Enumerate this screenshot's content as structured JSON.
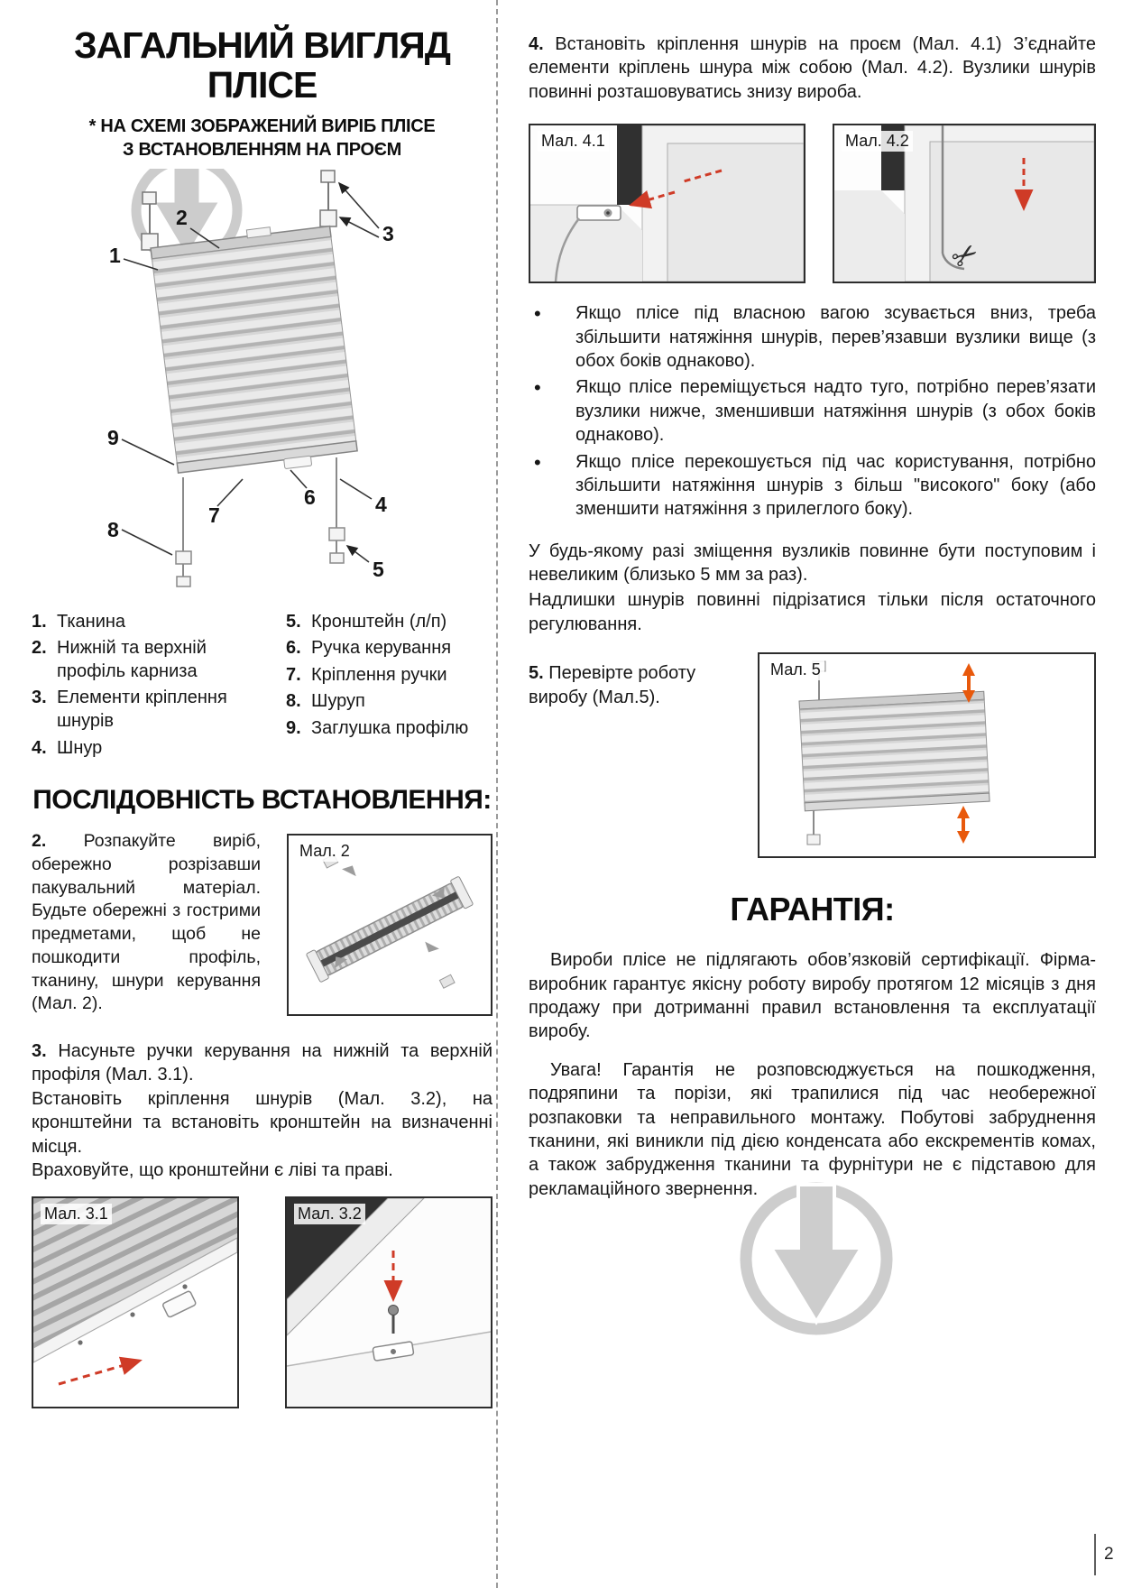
{
  "page": {
    "number": "2"
  },
  "overview": {
    "title_line1": "ЗАГАЛЬНИЙ ВИГЛЯД",
    "title_line2": "ПЛІСЕ",
    "subtitle_line1": "* НА СХЕМІ ЗОБРАЖЕНИЙ ВИРІБ ПЛІСЕ",
    "subtitle_line2": "З ВСТАНОВЛЕННЯМ НА ПРОЄМ",
    "callouts": [
      "1",
      "2",
      "3",
      "4",
      "5",
      "6",
      "7",
      "8",
      "9"
    ],
    "legend_left": [
      {
        "num": "1.",
        "text": "Тканина"
      },
      {
        "num": "2.",
        "text": "Нижній та верхній профіль карниза"
      },
      {
        "num": "3.",
        "text": "Елементи кріплення шнурів"
      },
      {
        "num": "4.",
        "text": "Шнур"
      }
    ],
    "legend_right": [
      {
        "num": "5.",
        "text": "Кронштейн (л/п)"
      },
      {
        "num": "6.",
        "text": "Ручка керування"
      },
      {
        "num": "7.",
        "text": "Кріплення ручки"
      },
      {
        "num": "8.",
        "text": "Шуруп"
      },
      {
        "num": "9.",
        "text": "Заглушка профілю"
      }
    ]
  },
  "installation": {
    "title": "ПОСЛІДОВНІСТЬ ВСТАНОВЛЕННЯ:",
    "step2": {
      "num": "2.",
      "text": "Розпакуйте виріб, обережно розрізавши пакувальний матеріал. Будьте обережні з гострими предметами, щоб не пошкодити профіль, тканину, шнури керування (Мал. 2)."
    },
    "step3": {
      "num": "3.",
      "line1": "Насуньте ручки керування на нижній та верхній профіля (Мал. 3.1).",
      "line2": "Встановіть кріплення шнурів (Мал. 3.2), на кронштейни та встановіть кронштейн на визначенні місця.",
      "line3": "Враховуйте, що кронштейни є ліві та праві."
    },
    "step4": {
      "num": "4.",
      "text": "Встановіть кріплення шнурів на проєм (Мал. 4.1) З’єднайте елементи кріплень шнура між собою (Мал. 4.2). Вузлики шнурів повинні розташовуватись знизу вироба."
    },
    "bullet_glyph": "•",
    "bullets": [
      "Якщо плісе під власною вагою зсувається вниз, треба збільшити натяжіння шнурів, перев’язавши вузлики вище (з обох боків однаково).",
      "Якщо плісе переміщується надто туго, потрібно перев’язати вузлики нижче, зменшивши натяжіння шнурів (з обох боків однаково).",
      "Якщо плісе перекошується під час користування, потрібно збільшити натяжіння шнурів з більш \"високого\" боку (або зменшити натяжіння з прилеглого боку)."
    ],
    "note_line1": "У будь-якому разі зміщення вузликів повинне бути поступовим і невеликим (близько 5 мм за раз).",
    "note_line2": "Надлишки шнурів повинні підрізатися тільки після остаточного регулювання.",
    "step5": {
      "num": "5.",
      "text": "Перевірте роботу виробу (Мал.5)."
    }
  },
  "figures": {
    "fig2": "Мал. 2",
    "fig31": "Мал. 3.1",
    "fig32": "Мал. 3.2",
    "fig41": "Мал. 4.1",
    "fig42": "Мал. 4.2",
    "fig5": "Мал. 5"
  },
  "warranty": {
    "title": "ГАРАНТІЯ:",
    "p1": "Вироби плісе не підлягають обов’язковій сертифікації. Фірма-виробник гарантує якісну роботу виробу протягом 12 місяців з дня продажу при дотриманні правил встановлення та експлуатації виробу.",
    "p2": "Увага! Гарантія не розповсюджується на пошкодження, подряпини та порізи, які трапилися під час необережної розпаковки та неправильного монтажу. Побутові забруднення тканини, які виникли під дією конденсата або екскрементів комах, а також забрудження тканини та фурнітури не є підставою для рекламаційного звернення."
  },
  "icons": {
    "scissors": "✂"
  },
  "colors": {
    "accent_red": "#cf3b27",
    "accent_orange": "#e8590c",
    "watermark_gray": "#cccccc"
  }
}
